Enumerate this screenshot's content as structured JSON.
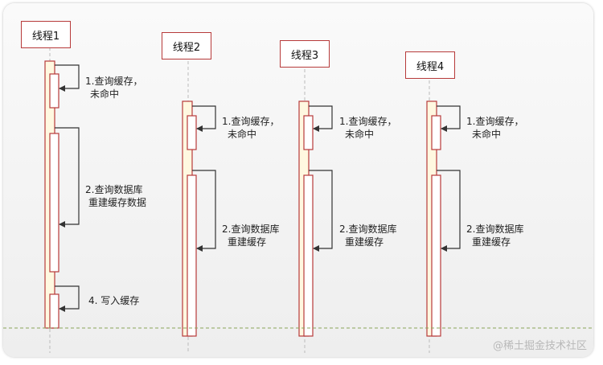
{
  "threads": [
    {
      "name": "线程1"
    },
    {
      "name": "线程2"
    },
    {
      "name": "线程3"
    },
    {
      "name": "线程4"
    }
  ],
  "messages": {
    "query_cache_line1": "1.查询缓存，",
    "query_cache_line2": "未命中",
    "db_line1": "2.查询数据库",
    "db_rebuild_data": "重建缓存数据",
    "db_rebuild": "重建缓存",
    "write_cache": "4. 写入缓存"
  },
  "watermark": "@稀土掘金技术社区",
  "colors": {
    "border": "#b73a3a",
    "activation_outer": "#fff8e0",
    "activation_inner": "#ffffff",
    "arrow": "#333333",
    "baseline": "#8aa65a"
  }
}
